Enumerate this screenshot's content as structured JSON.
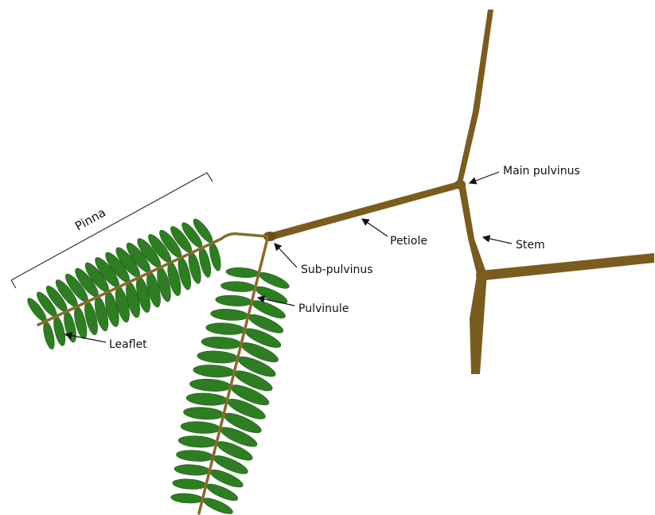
{
  "labels": {
    "pinna": "Pinna",
    "leaflet": "Leaflet",
    "sub_pulvinus": "Sub-pulvinus",
    "pulvinule": "Pulvinule",
    "petiole": "Petiole",
    "main_pulvinus": "Main pulvinus",
    "stem": "Stem"
  },
  "colors": {
    "background": "#ffffff",
    "stem": "#7a5c1e",
    "leaflet": "#2e7d22",
    "leaflet_edge": "#1f5a17",
    "rachis": "#8a6a2c",
    "annotation": "#111111"
  },
  "icons": {
    "arrow": "arrow-pointer-icon"
  }
}
